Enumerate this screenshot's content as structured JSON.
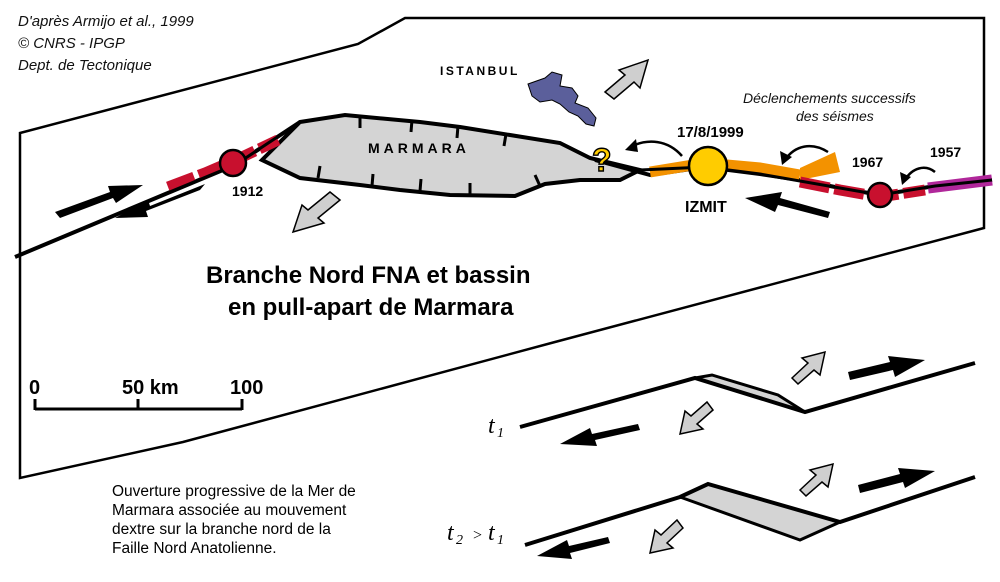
{
  "credits": {
    "line1": "D'après Armijo et al., 1999",
    "line2": "© CNRS - IPGP",
    "line3": "Dept. de Tectonique"
  },
  "map_labels": {
    "city": "ISTANBUL",
    "sea": "MARMARA",
    "question_mark": "?",
    "date": "17/8/1999",
    "epicenter": "IZMIT",
    "year_1912": "1912",
    "year_1967": "1967",
    "year_1957": "1957"
  },
  "note": {
    "line1": "Déclenchements successifs",
    "line2": "des séismes"
  },
  "title": {
    "line1": "Branche Nord FNA et bassin",
    "line2": "en pull-apart de Marmara"
  },
  "scale_bar": {
    "label_0": "0",
    "label_50": "50 km",
    "label_100": "100"
  },
  "stages": {
    "t1_base": "t",
    "t1_sub": "1",
    "t2_base": "t",
    "t2_sub": "2",
    "t2_gt": ">",
    "t2_t": "t",
    "t2_t_sub": "1"
  },
  "caption": {
    "line1": "Ouverture progressive de la Mer de",
    "line2": "Marmara associée au mouvement",
    "line3": "dextre sur la branche nord de la",
    "line4": "Faille Nord Anatolienne."
  },
  "colors": {
    "crimson": "#c8102e",
    "orange": "#f39200",
    "yellow": "#ffcc00",
    "magenta": "#b0279a",
    "basin_gray": "#d4d4d4",
    "arrow_gray": "#cfcfcf",
    "istanbul_blue": "#5b5f9b"
  }
}
